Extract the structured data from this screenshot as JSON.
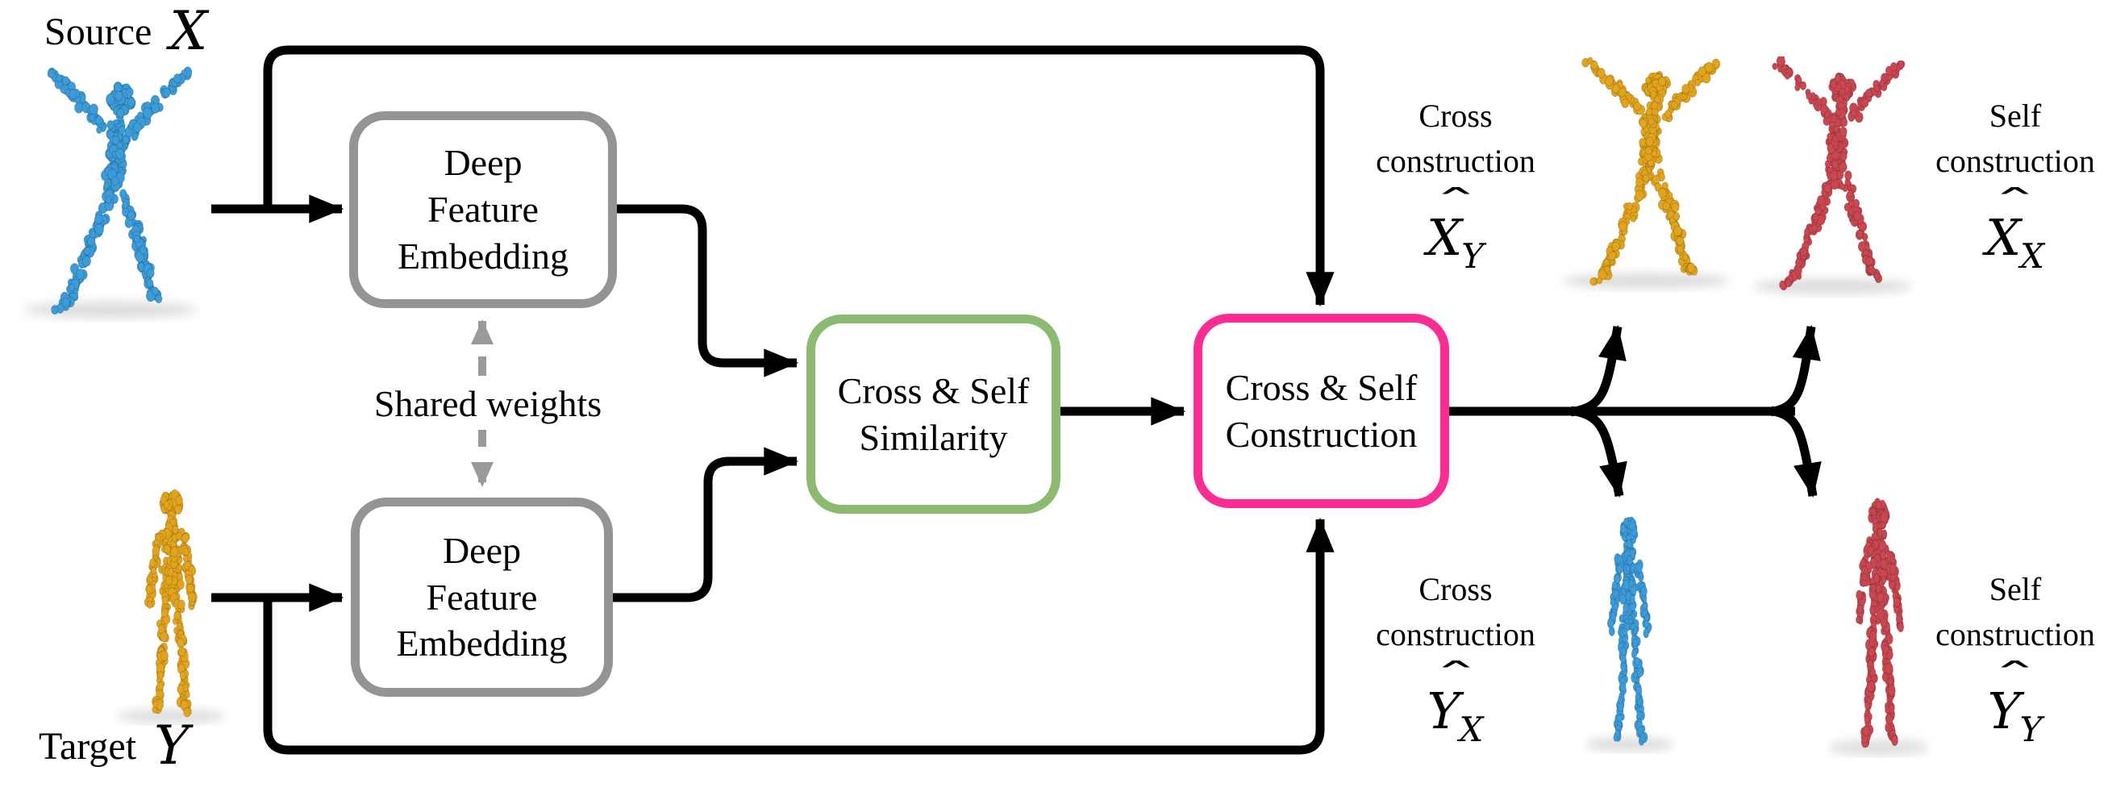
{
  "labels": {
    "source": {
      "word": "Source",
      "symbol": "X"
    },
    "target": {
      "word": "Target",
      "symbol": "Y"
    },
    "shared_weights": "Shared weights"
  },
  "boxes": {
    "dfe_top": {
      "lines": [
        "Deep",
        "Feature",
        "Embedding"
      ],
      "border_color": "#949494"
    },
    "dfe_bottom": {
      "lines": [
        "Deep",
        "Feature",
        "Embedding"
      ],
      "border_color": "#949494"
    },
    "similarity": {
      "lines": [
        "Cross & Self",
        "Similarity"
      ],
      "border_color": "#8cba70"
    },
    "construction": {
      "lines": [
        "Cross & Self",
        "Construction"
      ],
      "border_color": "#fa2d93"
    }
  },
  "outputs": {
    "cross_x": {
      "line1": "Cross",
      "line2": "construction",
      "hat": "ˆ",
      "base": "X",
      "sub": "Y"
    },
    "self_x": {
      "line1": "Self",
      "line2": "construction",
      "hat": "ˆ",
      "base": "X",
      "sub": "X"
    },
    "cross_y": {
      "line1": "Cross",
      "line2": "construction",
      "hat": "ˆ",
      "base": "Y",
      "sub": "X"
    },
    "self_y": {
      "line1": "Self",
      "line2": "construction",
      "hat": "ˆ",
      "base": "Y",
      "sub": "Y"
    }
  },
  "figures": {
    "source": {
      "pose": "xpose",
      "color": "#3b9cd9"
    },
    "target": {
      "pose": "standing",
      "color": "#e2a41c"
    },
    "out_cross_x": {
      "pose": "xpose",
      "color": "#e2a41c"
    },
    "out_self_x": {
      "pose": "xpose",
      "color": "#c94750"
    },
    "out_cross_y": {
      "pose": "standing",
      "color": "#3b9cd9"
    },
    "out_self_y": {
      "pose": "standing",
      "color": "#c94750"
    }
  },
  "colors": {
    "arrow": "#000000",
    "shared_arrow": "#9a9a9a",
    "background": "#ffffff"
  }
}
